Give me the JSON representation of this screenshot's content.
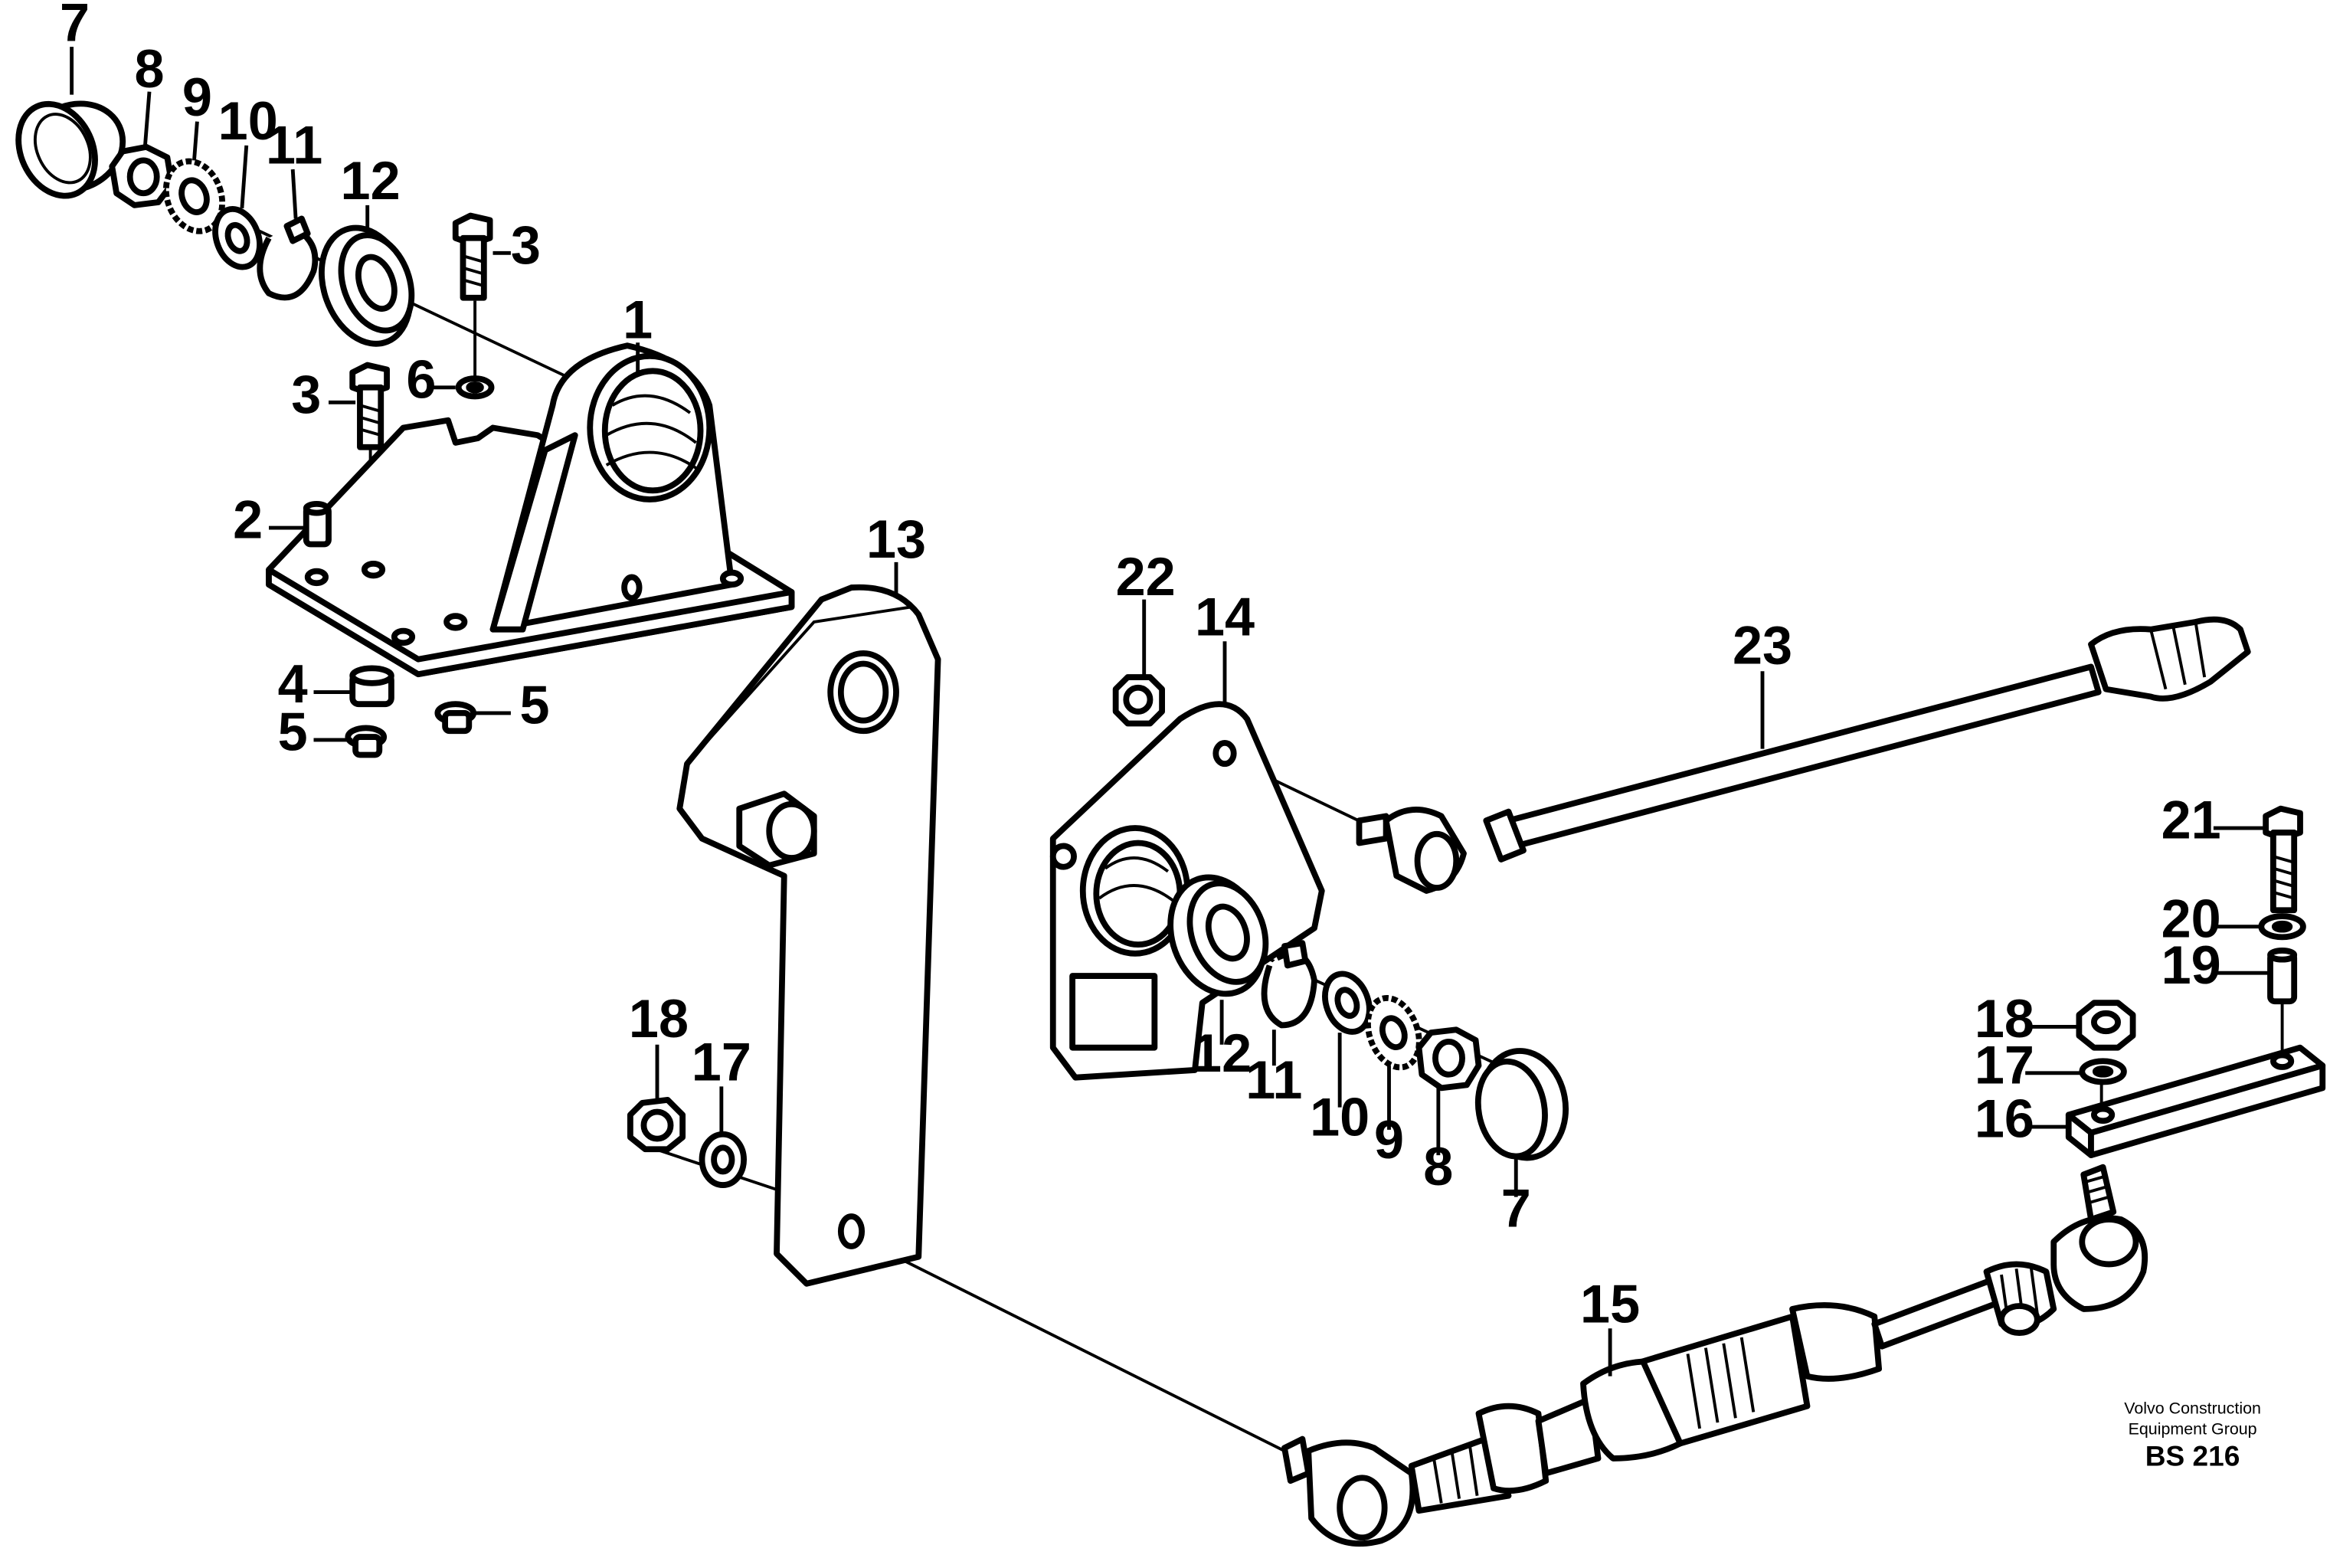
{
  "callouts": {
    "c1": "1",
    "c2": "2",
    "c3a": "3",
    "c3b": "3",
    "c4": "4",
    "c5a": "5",
    "c5b": "5",
    "c6": "6",
    "c7a": "7",
    "c8a": "8",
    "c9a": "9",
    "c10a": "10",
    "c11a": "11",
    "c12a": "12",
    "c13": "13",
    "c14": "14",
    "c22": "22",
    "c23": "23",
    "c12b": "12",
    "c11b": "11",
    "c10b": "10",
    "c9b": "9",
    "c8b": "8",
    "c7b": "7",
    "c18a": "18",
    "c17a": "17",
    "c21": "21",
    "c20": "20",
    "c19": "19",
    "c18b": "18",
    "c17b": "17",
    "c16": "16",
    "c15": "15"
  },
  "credit": {
    "line1": "Volvo Construction",
    "line2": "Equipment Group",
    "code": "BS 216"
  }
}
